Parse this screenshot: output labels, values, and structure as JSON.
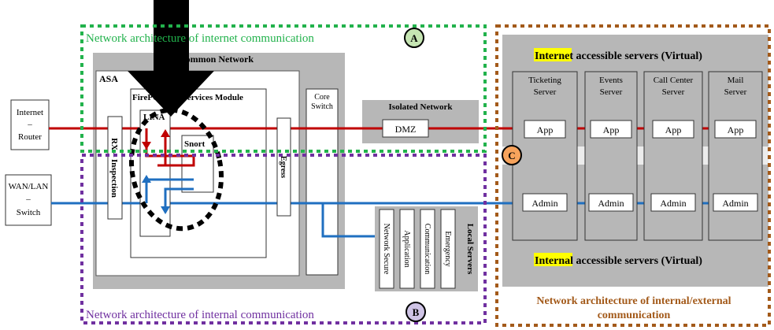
{
  "labels": {
    "internet_arch": "Network architecture of internet communication",
    "internal_arch": "Network architecture of internal communication",
    "ext_arch_line1": "Network architecture of internal/external",
    "ext_arch_line2": "communication",
    "badge_a": "A",
    "badge_b": "B",
    "badge_c": "C",
    "common_network": "Common Network",
    "asa": "ASA",
    "firepower": "FirePOWER Services Module",
    "lina": "LINA",
    "snort": "Snort",
    "core_switch_1": "Core",
    "core_switch_2": "Switch",
    "rx_inspection": "RX – Inspection",
    "egress": "Egress",
    "isolated_network": "Isolated Network",
    "dmz": "DMZ",
    "internet_router": [
      "Internet",
      "–",
      "Router"
    ],
    "wan_switch": [
      "WAN/LAN",
      "–",
      "Switch"
    ],
    "internet_servers_hl": "Internet",
    "internet_servers_rest": " accessible servers (Virtual)",
    "internal_servers_hl": "Internal",
    "internal_servers_rest": " accessible servers (Virtual)",
    "local_servers": "Local Servers"
  },
  "servers": [
    {
      "line1": "Ticketing",
      "line2": "Server",
      "app": "App",
      "admin": "Admin"
    },
    {
      "line1": "Events",
      "line2": "Server",
      "app": "App",
      "admin": "Admin"
    },
    {
      "line1": "Call Center",
      "line2": "Server",
      "app": "App",
      "admin": "Admin"
    },
    {
      "line1": "Mail",
      "line2": "Server",
      "app": "App",
      "admin": "Admin"
    }
  ],
  "local_servers": [
    "Network Secure",
    "Application",
    "Communication",
    "Emergency"
  ],
  "colors": {
    "internet_line": "#c00000",
    "internal_line": "#1f6fc0",
    "green_border": "#22b24c",
    "purple_border": "#7030a0",
    "brown_border": "#a35a1a",
    "highlight": "#ffff00",
    "badge_a_fill": "#c6e5b3",
    "badge_b_fill": "#cfc4e6",
    "badge_c_fill": "#f7a35c",
    "panel_gray": "#b7b7b7",
    "light_gray": "#cccccc"
  }
}
